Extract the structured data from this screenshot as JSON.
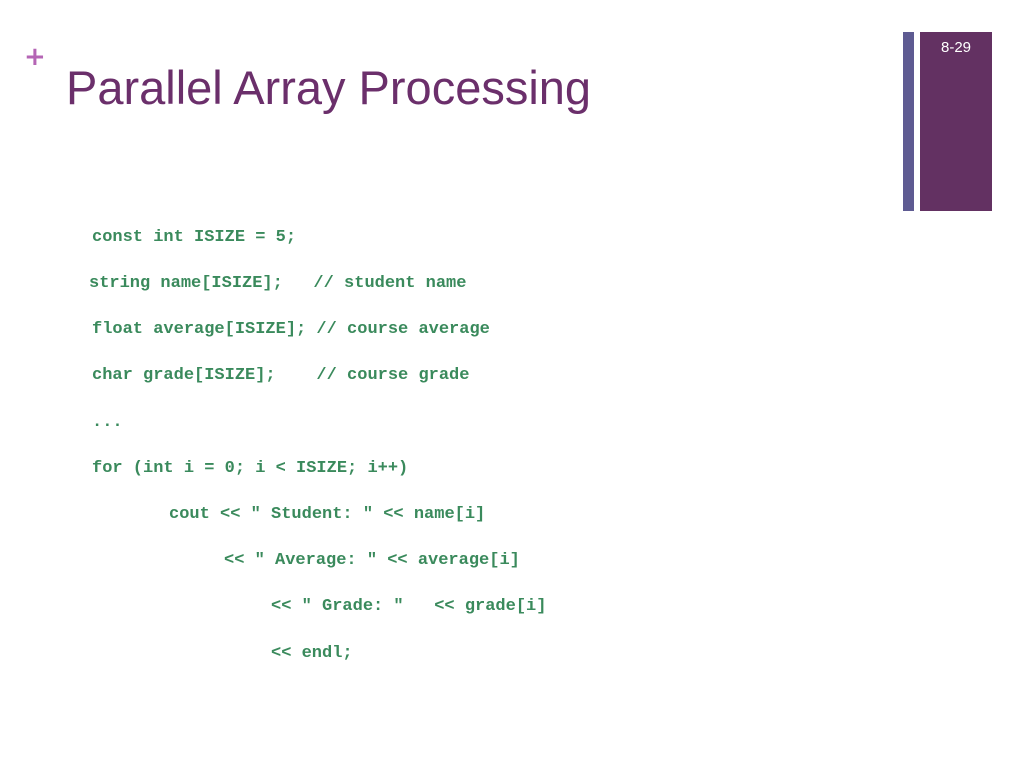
{
  "slide": {
    "marker": "+",
    "title": "Parallel Array Processing",
    "number": "8-29"
  },
  "code": {
    "lines": [
      "const int ISIZE = 5;",
      "string name[ISIZE];   // student name",
      "float average[ISIZE]; // course average",
      "char grade[ISIZE];    // course grade",
      "...",
      "for (int i = 0; i < ISIZE; i++)",
      "cout << \" Student: \" << name[i]",
      "<< \" Average: \" << average[i]",
      "<< \" Grade: \"   << grade[i]",
      "<< endl;"
    ]
  },
  "colors": {
    "title": "#6b2f6b",
    "marker": "#b565b5",
    "code": "#3a8a5c",
    "accent_bar_left": "#5e5b92",
    "accent_bar_right": "#633162"
  }
}
